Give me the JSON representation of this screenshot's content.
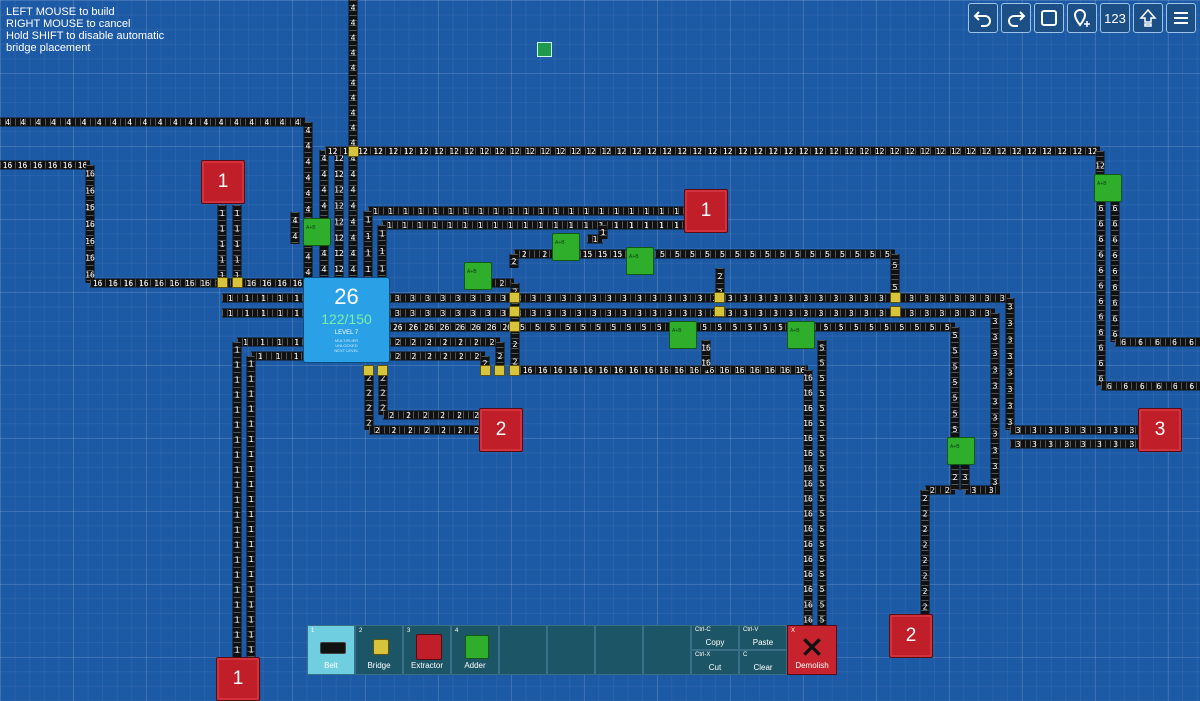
{
  "help_text": [
    "LEFT MOUSE to build",
    "RIGHT MOUSE to cancel",
    "Hold SHIFT to disable automatic",
    "bridge placement"
  ],
  "top_buttons": [
    {
      "name": "undo-button",
      "icon": "undo-icon"
    },
    {
      "name": "redo-button",
      "icon": "redo-icon"
    },
    {
      "name": "select-button",
      "icon": "square-icon"
    },
    {
      "name": "add-marker-button",
      "icon": "map-pin-plus-icon"
    },
    {
      "name": "numbers-toggle-button",
      "label": "123"
    },
    {
      "name": "upgrades-button",
      "icon": "arrow-up-icon"
    },
    {
      "name": "menu-button",
      "icon": "hamburger-icon"
    }
  ],
  "hub": {
    "count": "26",
    "progress": "122/150",
    "level": "LEVEL 7",
    "subtitle": [
      "MULTIPLIER",
      "UNLOCKED",
      "NEXT LEVEL"
    ]
  },
  "extractors": [
    {
      "value": "1"
    },
    {
      "value": "1"
    },
    {
      "value": "2"
    },
    {
      "value": "3"
    },
    {
      "value": "2"
    },
    {
      "value": "1"
    }
  ],
  "adder_label": "A+B",
  "toolbar": {
    "slots": [
      {
        "key": "1",
        "label": "Belt",
        "icon": "belt-icon",
        "active": true
      },
      {
        "key": "2",
        "label": "Bridge",
        "icon": "bridge-icon"
      },
      {
        "key": "3",
        "label": "Extractor",
        "icon": "extractor-icon"
      },
      {
        "key": "4",
        "label": "Adder",
        "icon": "adder-icon"
      }
    ],
    "copy": {
      "key": "Ctrl-C",
      "label": "Copy"
    },
    "cut": {
      "key": "Ctrl-X",
      "label": "Cut"
    },
    "paste": {
      "key": "Ctrl-V",
      "label": "Paste"
    },
    "clear": {
      "key": "C",
      "label": "Clear"
    },
    "demolish": {
      "key": "X",
      "label": "Demolish"
    }
  },
  "belt_values": [
    "1",
    "2",
    "3",
    "4",
    "5",
    "6",
    "12",
    "15",
    "16",
    "26"
  ],
  "colors": {
    "background": "#1d5aa5",
    "extractor": "#c01f2a",
    "adder": "#2fae2c",
    "bridge": "#d8c43a",
    "hub": "#2aa0e6",
    "belt": "#111111"
  }
}
